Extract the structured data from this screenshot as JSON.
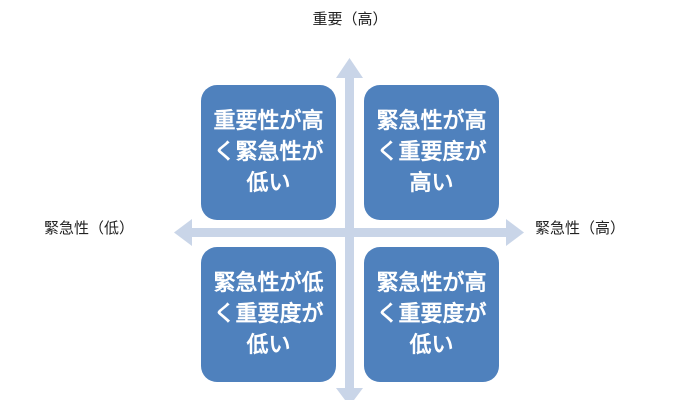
{
  "axes": {
    "top_label": "重要（高）",
    "left_label": "緊急性（低）",
    "right_label": "緊急性（高）",
    "color": "#c9d5e8"
  },
  "quadrants": {
    "top_left": "重要性が高く緊急性が低い",
    "top_right": "緊急性が高く重要度が高い",
    "bottom_left": "緊急性が低く重要度が低い",
    "bottom_right": "緊急性が高く重要度が低い"
  },
  "colors": {
    "box_fill": "#4f81bd",
    "box_text": "#ffffff"
  }
}
